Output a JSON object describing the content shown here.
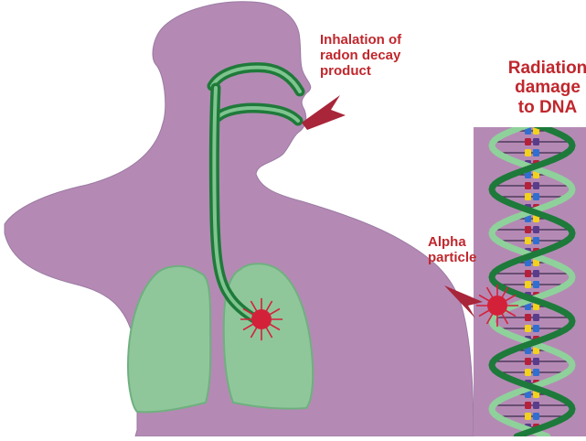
{
  "labels": {
    "inhalation": [
      "Inhalation of",
      "radon decay",
      "product"
    ],
    "dna_damage": [
      "Radiation",
      "damage",
      "to DNA"
    ],
    "alpha": [
      "Alpha",
      "particle"
    ]
  },
  "colors": {
    "body": "#b48ab4",
    "body_outline": "#9b7aa3",
    "lung_fill": "#8fc79b",
    "lung_outline": "#6fb07f",
    "airway_dark": "#1f7a3a",
    "airway_light": "#7fc48f",
    "alpha_particle": "#d4213a",
    "arrow": "#a8253a",
    "label_text": "#c0272d",
    "dna_panel": "#b48ab4",
    "dna_backbone_dark": "#1d7a3a",
    "dna_backbone_light": "#8fd19b",
    "base_blue": "#2f6fd0",
    "base_yellow": "#f2d21c",
    "base_red": "#b5213a",
    "base_purple": "#5a3c8c"
  }
}
